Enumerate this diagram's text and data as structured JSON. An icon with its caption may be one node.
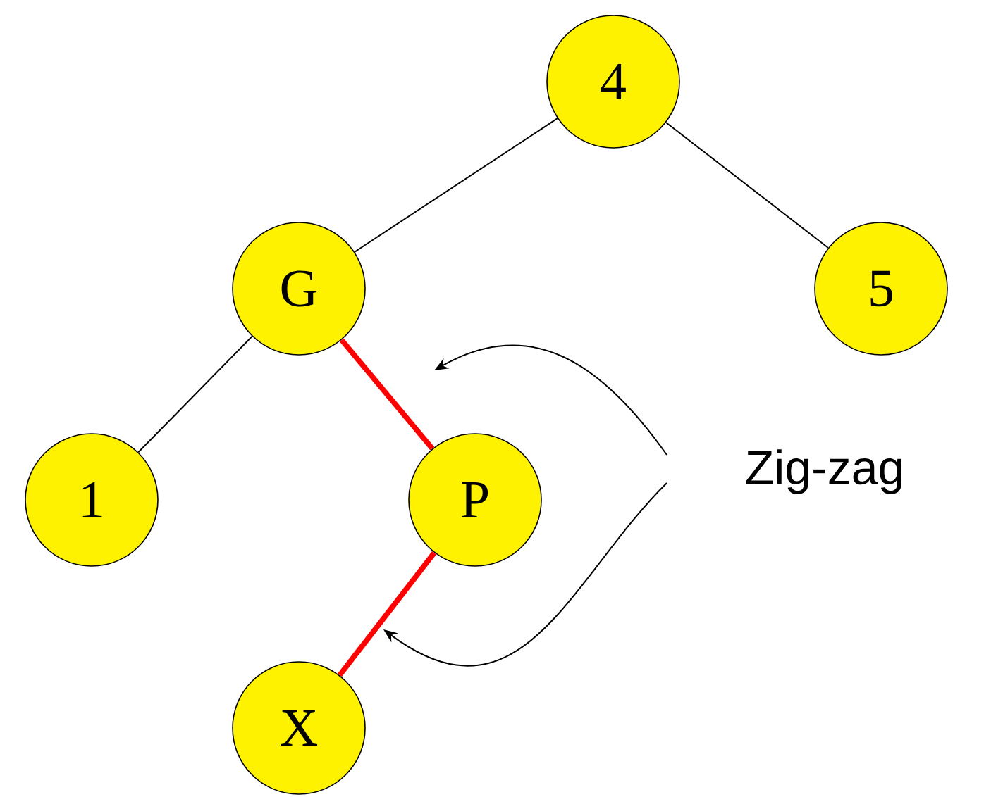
{
  "diagram": {
    "nodes": [
      {
        "text": [
          "4"
        ]
      },
      {
        "text": [
          "G"
        ]
      },
      {
        "text": [
          "5"
        ]
      },
      {
        "text": [
          "1"
        ]
      },
      {
        "text": [
          "P"
        ]
      },
      {
        "text": [
          "X"
        ]
      },
      {
        "text": [
          "Zig-zag"
        ]
      }
    ],
    "edges": [
      {
        "from": 0,
        "to": 1,
        "arrow": "none"
      },
      {
        "from": 0,
        "to": 2,
        "arrow": "none"
      },
      {
        "from": 1,
        "to": 3,
        "arrow": "none"
      },
      {
        "from": 1,
        "to": 4,
        "arrow": "none",
        "style": "thick",
        "color": "#ff0000"
      },
      {
        "from": 4,
        "to": 5,
        "arrow": "none",
        "style": "thick",
        "color": "#ff0000"
      },
      {
        "from": 6,
        "to": null,
        "arrow": "to"
      },
      {
        "from": 6,
        "to": null,
        "arrow": "to"
      }
    ]
  }
}
